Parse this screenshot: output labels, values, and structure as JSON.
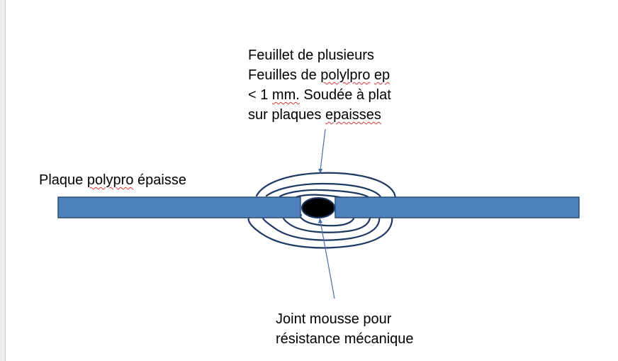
{
  "labels": {
    "sheets": [
      "Feuillet de plusieurs",
      "Feuilles de polylpro ep",
      "< 1 mm. Soudée à plat",
      "sur plaques epaisses"
    ],
    "plate": "Plaque polypro épaisse",
    "joint": [
      "Joint mousse pour",
      "résistance mécanique"
    ]
  },
  "colors": {
    "plate_fill": "#4f81bd",
    "plate_stroke": "#2c4d75",
    "sheet_stroke": "#1f3864",
    "arrow_stroke": "#4a6fa5",
    "joint_fill": "#000000",
    "text": "#000000",
    "spell_underline": "#d83030"
  }
}
